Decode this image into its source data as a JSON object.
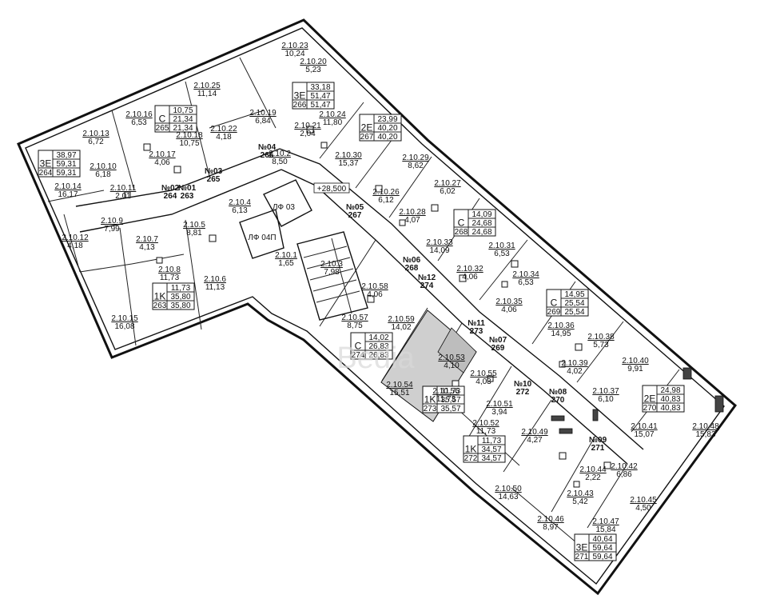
{
  "rooms": [
    {
      "id": "2.10.23",
      "area": "10,24"
    },
    {
      "id": "2.10.20",
      "area": "5,23"
    },
    {
      "id": "2.10.25",
      "area": "11,14"
    },
    {
      "id": "2.10.19",
      "area": "6,84"
    },
    {
      "id": "2.10.16",
      "area": "6,53"
    },
    {
      "id": "2.10.13",
      "area": "6,72"
    },
    {
      "id": "2.10.22",
      "area": "4,18"
    },
    {
      "id": "2.10.18",
      "area": "10,75"
    },
    {
      "id": "2.10.21",
      "area": "2,04"
    },
    {
      "id": "2.10.24",
      "area": "11,80"
    },
    {
      "id": "2.10.17",
      "area": "4,06"
    },
    {
      "id": "2.10.10",
      "area": "6,18"
    },
    {
      "id": "2.10.2",
      "area": "8,50"
    },
    {
      "id": "2.10.30",
      "area": "15,37"
    },
    {
      "id": "2.10.29",
      "area": "8,62"
    },
    {
      "id": "2.10.14",
      "area": "16,17"
    },
    {
      "id": "2.10.11",
      "area": "2,01"
    },
    {
      "id": "2.10.27",
      "area": "6,02"
    },
    {
      "id": "2.10.26",
      "area": "6,12"
    },
    {
      "id": "2.10.4",
      "area": "6,13"
    },
    {
      "id": "2.10.9",
      "area": "7,99"
    },
    {
      "id": "2.10.28",
      "area": "4,07"
    },
    {
      "id": "2.10.5",
      "area": "8,81"
    },
    {
      "id": "2.10.12",
      "area": "4,18"
    },
    {
      "id": "2.10.7",
      "area": "4,13"
    },
    {
      "id": "2.10.33",
      "area": "14,09"
    },
    {
      "id": "2.10.31",
      "area": "6,53"
    },
    {
      "id": "2.10.1",
      "area": "1,65"
    },
    {
      "id": "2.10.3",
      "area": "7,98"
    },
    {
      "id": "2.10.32",
      "area": "4,06"
    },
    {
      "id": "2.10.8",
      "area": "11,73"
    },
    {
      "id": "2.10.6",
      "area": "11,13"
    },
    {
      "id": "2.10.34",
      "area": "6,53"
    },
    {
      "id": "2.10.58",
      "area": "4,06"
    },
    {
      "id": "2.10.35",
      "area": "4,06"
    },
    {
      "id": "2.10.15",
      "area": "16,08"
    },
    {
      "id": "2.10.57",
      "area": "8,75"
    },
    {
      "id": "2.10.59",
      "area": "14,02"
    },
    {
      "id": "2.10.36",
      "area": "14,95"
    },
    {
      "id": "2.10.38",
      "area": "5,73"
    },
    {
      "id": "2.10.53",
      "area": "4,10"
    },
    {
      "id": "2.10.39",
      "area": "4,02"
    },
    {
      "id": "2.10.40",
      "area": "9,91"
    },
    {
      "id": "2.10.55",
      "area": "4,03"
    },
    {
      "id": "2.10.54",
      "area": "15,51"
    },
    {
      "id": "2.10.56",
      "area": "11,73"
    },
    {
      "id": "2.10.37",
      "area": "6,10"
    },
    {
      "id": "2.10.51",
      "area": "3,94"
    },
    {
      "id": "2.10.52",
      "area": "11,73"
    },
    {
      "id": "2.10.41",
      "area": "15,07"
    },
    {
      "id": "2.10.48",
      "area": "15,83"
    },
    {
      "id": "2.10.49",
      "area": "4,27"
    },
    {
      "id": "2.10.44",
      "area": "2,22"
    },
    {
      "id": "2.10.42",
      "area": "6,86"
    },
    {
      "id": "2.10.50",
      "area": "14,63"
    },
    {
      "id": "2.10.43",
      "area": "5,42"
    },
    {
      "id": "2.10.45",
      "area": "4,50"
    },
    {
      "id": "2.10.46",
      "area": "8,97"
    },
    {
      "id": "2.10.47",
      "area": "15,84"
    }
  ],
  "apartments": [
    {
      "type": "3E",
      "number": "266",
      "values": [
        "33,18",
        "51,47",
        "51,47"
      ]
    },
    {
      "type": "С",
      "number": "265",
      "values": [
        "10,75",
        "21,34",
        "21,34"
      ]
    },
    {
      "type": "2E",
      "number": "267",
      "values": [
        "23,99",
        "40,20",
        "40,20"
      ]
    },
    {
      "type": "3E",
      "number": "264",
      "values": [
        "38,97",
        "59,31",
        "59,31"
      ]
    },
    {
      "type": "С",
      "number": "268",
      "values": [
        "14,09",
        "24,68",
        "24,68"
      ]
    },
    {
      "type": "1K",
      "number": "263",
      "values": [
        "11,73",
        "35,80",
        "35,80"
      ]
    },
    {
      "type": "С",
      "number": "269",
      "values": [
        "14,95",
        "25,54",
        "25,54"
      ]
    },
    {
      "type": "С",
      "number": "274",
      "values": [
        "14,02",
        "26,83",
        "26,83"
      ]
    },
    {
      "type": "2E",
      "number": "270",
      "values": [
        "24,98",
        "40,83",
        "40,83"
      ]
    },
    {
      "type": "1K",
      "number": "273",
      "values": [
        "11,73",
        "35,57",
        "35,57"
      ]
    },
    {
      "type": "1K",
      "number": "272",
      "values": [
        "11,73",
        "34,57",
        "34,57"
      ]
    },
    {
      "type": "3E",
      "number": "271",
      "values": [
        "40,64",
        "59,64",
        "59,64"
      ]
    }
  ],
  "entries": [
    {
      "label": "№04",
      "number": "266"
    },
    {
      "label": "№02",
      "number": "264"
    },
    {
      "label": "№01",
      "number": "263"
    },
    {
      "label": "№03",
      "number": "265"
    },
    {
      "label": "№05",
      "number": "267"
    },
    {
      "label": "№06",
      "number": "268"
    },
    {
      "label": "№12",
      "number": "274"
    },
    {
      "label": "№11",
      "number": "273"
    },
    {
      "label": "№07",
      "number": "269"
    },
    {
      "label": "№10",
      "number": "272"
    },
    {
      "label": "№08",
      "number": "270"
    },
    {
      "label": "№09",
      "number": "271"
    }
  ],
  "level_mark": "+28,500",
  "shafts": [
    "ЛФ 03",
    "ЛФ 04П"
  ],
  "watermark": "Bedia"
}
